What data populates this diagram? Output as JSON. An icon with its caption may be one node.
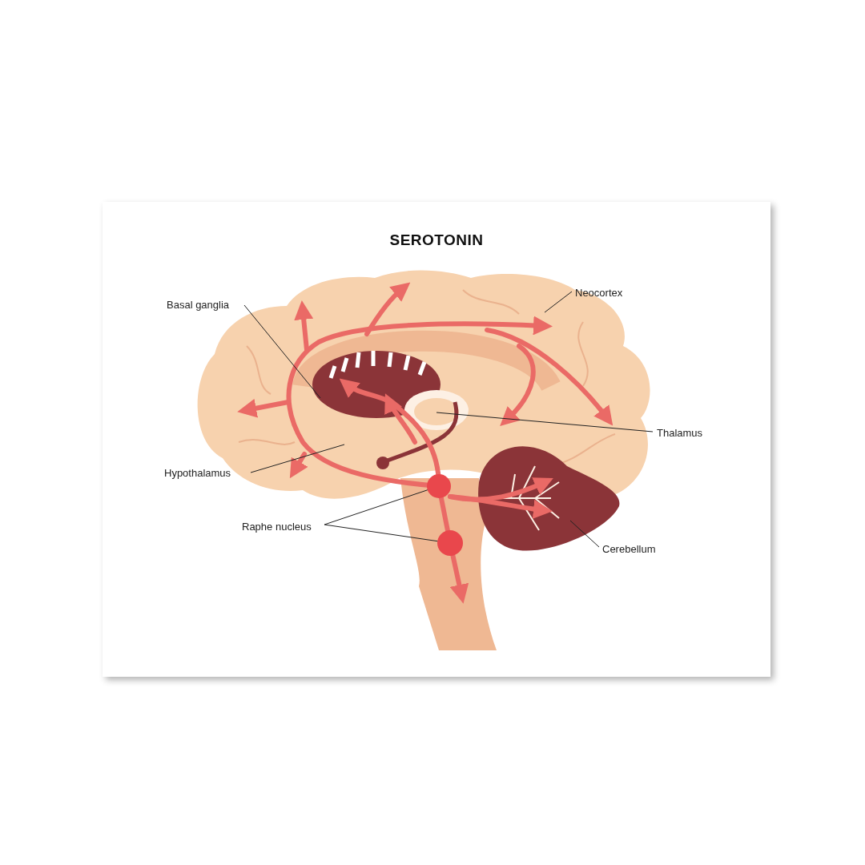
{
  "diagram": {
    "title": "SEROTONIN",
    "nodes": [
      {
        "text": [
          "Basal ganglia"
        ]
      },
      {
        "text": [
          "Neocortex"
        ]
      },
      {
        "text": [
          "Thalamus"
        ]
      },
      {
        "text": [
          "Hypothalamus"
        ]
      },
      {
        "text": [
          "Raphe nucleus"
        ]
      },
      {
        "text": [
          "Cerebellum"
        ]
      },
      {
        "text": [],
        "shape": "circle"
      },
      {
        "text": [],
        "shape": "circle"
      }
    ],
    "edges": [
      {
        "from": 0,
        "to": null,
        "arrow": "none"
      },
      {
        "from": 1,
        "to": null,
        "arrow": "none"
      },
      {
        "from": 2,
        "to": null,
        "arrow": "none"
      },
      {
        "from": 3,
        "to": null,
        "arrow": "none"
      },
      {
        "from": 4,
        "to": 6,
        "arrow": "none"
      },
      {
        "from": 4,
        "to": 7,
        "arrow": "none"
      },
      {
        "from": 5,
        "to": null,
        "arrow": "none"
      }
    ]
  }
}
